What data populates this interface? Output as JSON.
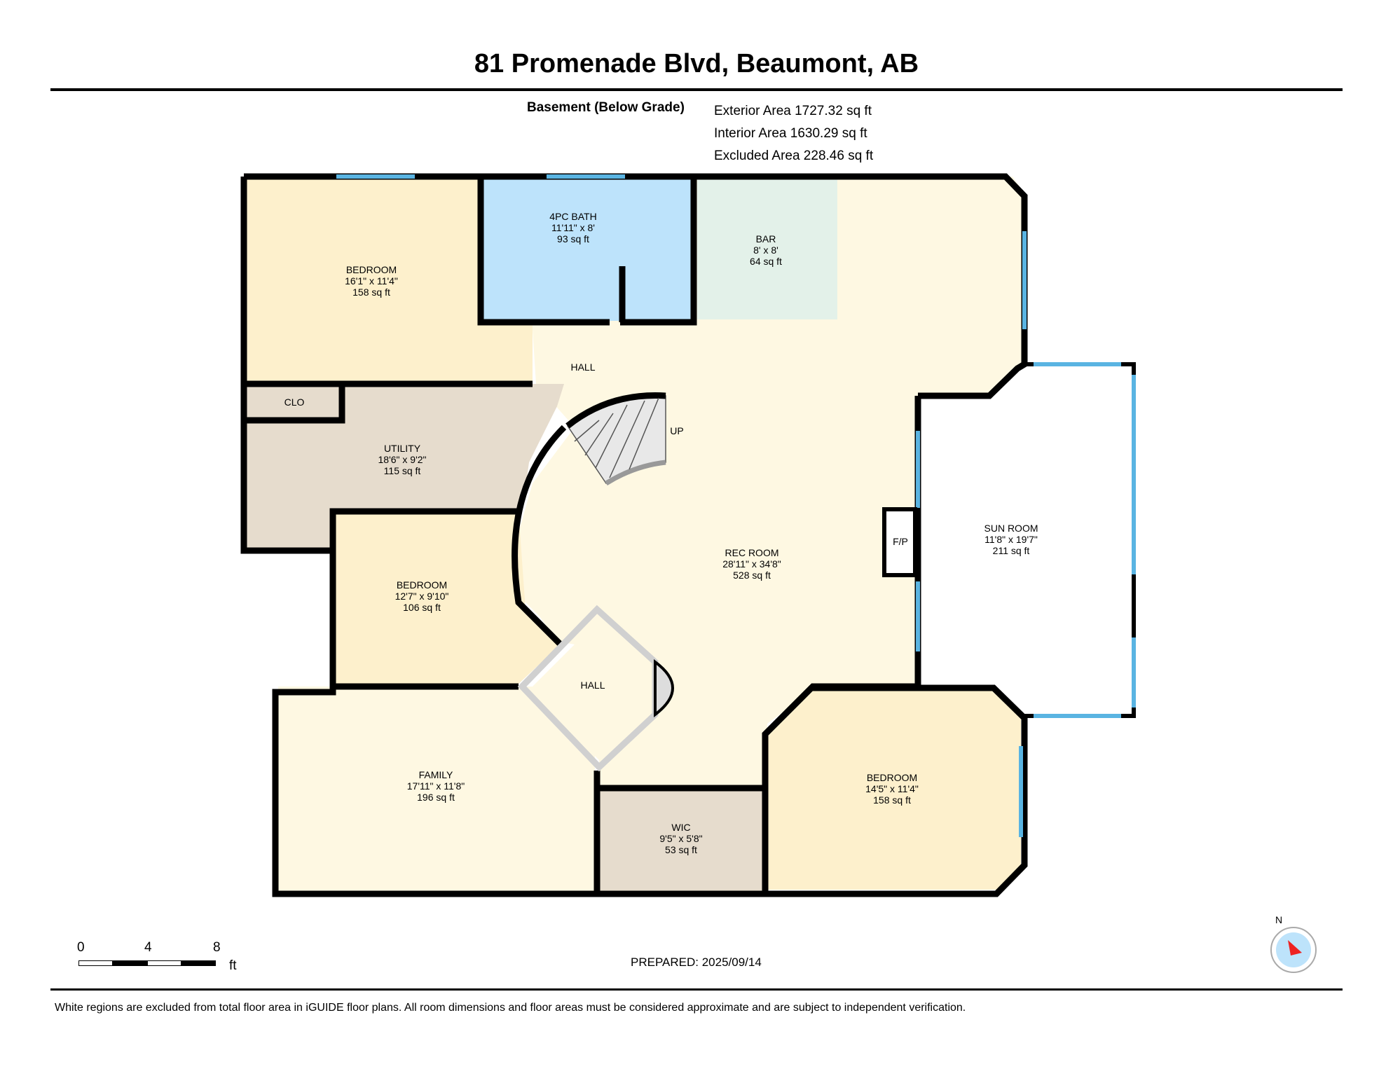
{
  "header": {
    "title": "81 Promenade Blvd, Beaumont, AB",
    "level": "Basement (Below Grade)",
    "exterior_area": "Exterior Area 1727.32 sq ft",
    "interior_area": "Interior Area 1630.29 sq ft",
    "excluded_area": "Excluded Area 228.46 sq ft"
  },
  "rooms": {
    "bedroom1": {
      "name": "BEDROOM",
      "dims": "16'1\" x 11'4\"",
      "area": "158 sq ft"
    },
    "bath": {
      "name": "4PC BATH",
      "dims": "11'11\" x 8'",
      "area": "93 sq ft"
    },
    "bar": {
      "name": "BAR",
      "dims": "8' x 8'",
      "area": "64 sq ft"
    },
    "hall1": {
      "name": "HALL"
    },
    "clo": {
      "name": "CLO"
    },
    "utility": {
      "name": "UTILITY",
      "dims": "18'6\" x 9'2\"",
      "area": "115 sq ft"
    },
    "stairs": {
      "name": "UP"
    },
    "bedroom2": {
      "name": "BEDROOM",
      "dims": "12'7\" x 9'10\"",
      "area": "106 sq ft"
    },
    "rec": {
      "name": "REC ROOM",
      "dims": "28'11\" x 34'8\"",
      "area": "528 sq ft"
    },
    "fp": {
      "name": "F/P"
    },
    "sun": {
      "name": "SUN ROOM",
      "dims": "11'8\" x 19'7\"",
      "area": "211 sq ft"
    },
    "hall2": {
      "name": "HALL"
    },
    "family": {
      "name": "FAMILY",
      "dims": "17'11\" x 11'8\"",
      "area": "196 sq ft"
    },
    "wic": {
      "name": "WIC",
      "dims": "9'5\" x 5'8\"",
      "area": "53 sq ft"
    },
    "bedroom3": {
      "name": "BEDROOM",
      "dims": "14'5\" x 11'4\"",
      "area": "158 sq ft"
    }
  },
  "scale": {
    "ticks": [
      "0",
      "4",
      "8"
    ],
    "unit": "ft"
  },
  "compass": {
    "label": "N"
  },
  "footer": {
    "prepared": "PREPARED: 2025/09/14",
    "disclaimer": "White regions are excluded from total floor area in iGUIDE floor plans. All room dimensions and floor areas must be considered approximate and are subject to independent verification."
  },
  "colors": {
    "bedroom": "#fdf0cc",
    "bath": "#bde3fb",
    "bar": "#e3f1e9",
    "rec": "#fef8e2",
    "utility": "#e6dccd",
    "wall": "#000000",
    "window": "#5ab4e2"
  }
}
